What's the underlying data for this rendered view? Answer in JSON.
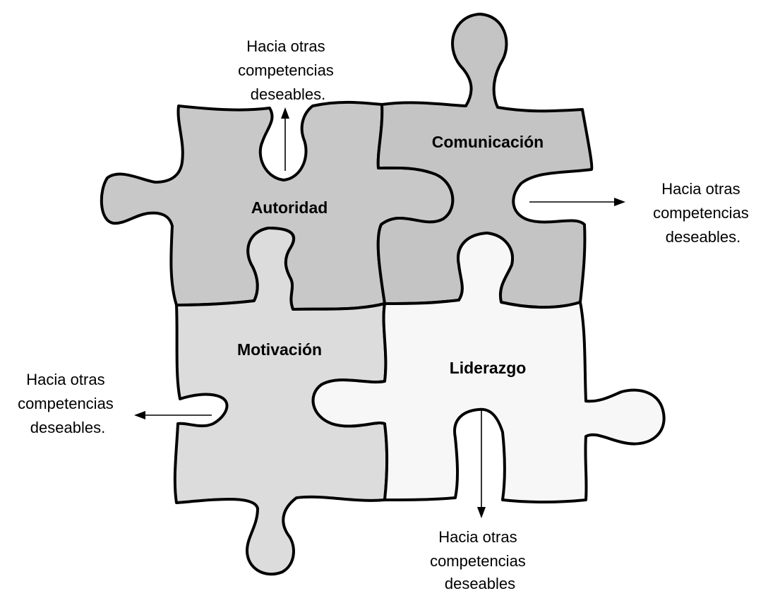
{
  "pieces": {
    "autoridad": {
      "label": "Autoridad",
      "fill": "#c8c8c8"
    },
    "comunicacion": {
      "label": "Comunicación",
      "fill": "#c4c4c4"
    },
    "motivacion": {
      "label": "Motivación",
      "fill": "#dcdcdc"
    },
    "liderazgo": {
      "label": "Liderazgo",
      "fill": "#f7f7f7"
    }
  },
  "annotations": {
    "top": {
      "lines": [
        "Hacia otras",
        "competencias",
        "deseables."
      ]
    },
    "right": {
      "lines": [
        "Hacia otras",
        "competencias",
        "deseables."
      ]
    },
    "left": {
      "lines": [
        "Hacia otras",
        "competencias",
        "deseables."
      ]
    },
    "bottom": {
      "lines": [
        "Hacia otras",
        "competencias",
        "deseables"
      ]
    }
  },
  "colors": {
    "outline": "#000000",
    "background": "#ffffff"
  }
}
